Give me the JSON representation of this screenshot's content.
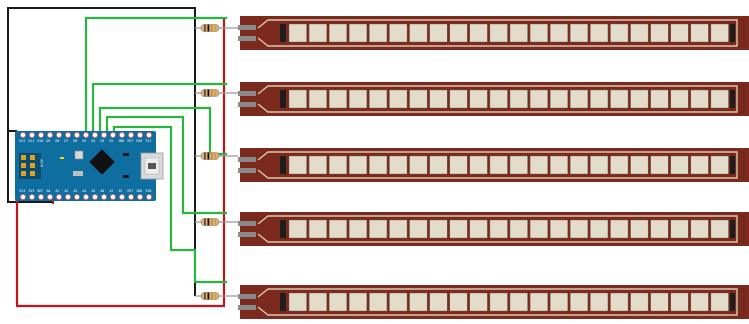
{
  "board": {
    "name": "Arduino Nano",
    "pins_top": [
      "D12",
      "D11",
      "D10",
      "D9",
      "D8",
      "D7",
      "D6",
      "D5",
      "D4",
      "D3",
      "D2",
      "GND",
      "RST",
      "RX0",
      "TX1"
    ],
    "pins_bottom": [
      "D13",
      "3V3",
      "REF",
      "A0",
      "A1",
      "A2",
      "A3",
      "A4",
      "A5",
      "A6",
      "A7",
      "5V",
      "RST",
      "GND",
      "VIN"
    ],
    "icsp_label": "ICSP",
    "colors": {
      "pcb": "#0f6ea0",
      "chip": "#111111",
      "usb": "#d9d9d9"
    }
  },
  "flex_sensors": {
    "count": 5,
    "segments_per_sensor": 22,
    "colors": {
      "substrate": "#7b2a1d",
      "segment": "#e3dccb",
      "trace": "#d9c9b1",
      "pin": "#8a8a8a"
    }
  },
  "resistors": {
    "count": 5,
    "colors": {
      "body": "#d2b48c",
      "bands": [
        "#7a4a1a",
        "#111111",
        "#e08a1e",
        "#c8a14a"
      ]
    }
  },
  "wires": {
    "colors": {
      "signal": "#29b33f",
      "power": "#c0151b",
      "ground": "#1a1a1a"
    }
  }
}
